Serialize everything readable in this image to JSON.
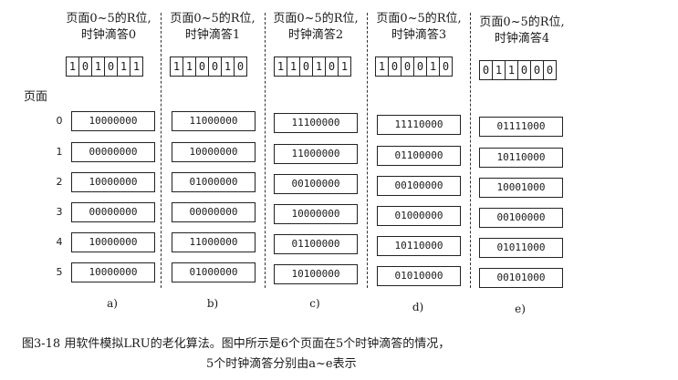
{
  "page_label": "页面",
  "page_numbers": [
    "0",
    "1",
    "2",
    "3",
    "4",
    "5"
  ],
  "columns": [
    {
      "header_line1": "页面0~5的R位,",
      "header_line2": "时钟滴答0",
      "r_bits": [
        "1",
        "0",
        "1",
        "0",
        "1",
        "1"
      ],
      "counters": [
        "10000000",
        "00000000",
        "10000000",
        "00000000",
        "10000000",
        "10000000"
      ],
      "label": "a)"
    },
    {
      "header_line1": "页面0~5的R位,",
      "header_line2": "时钟滴答1",
      "r_bits": [
        "1",
        "1",
        "0",
        "0",
        "1",
        "0"
      ],
      "counters": [
        "11000000",
        "10000000",
        "01000000",
        "00000000",
        "11000000",
        "01000000"
      ],
      "label": "b)"
    },
    {
      "header_line1": "页面0~5的R位,",
      "header_line2": "时钟滴答2",
      "r_bits": [
        "1",
        "1",
        "0",
        "1",
        "0",
        "1"
      ],
      "counters": [
        "11100000",
        "11000000",
        "00100000",
        "10000000",
        "01100000",
        "10100000"
      ],
      "label": "c)"
    },
    {
      "header_line1": "页面0~5的R位,",
      "header_line2": "时钟滴答3",
      "r_bits": [
        "1",
        "0",
        "0",
        "0",
        "1",
        "0"
      ],
      "counters": [
        "11110000",
        "01100000",
        "00100000",
        "01000000",
        "10110000",
        "01010000"
      ],
      "label": "d)"
    },
    {
      "header_line1": "页面0~5的R位,",
      "header_line2": "时钟滴答4",
      "r_bits": [
        "0",
        "1",
        "1",
        "0",
        "0",
        "0"
      ],
      "counters": [
        "01111000",
        "10110000",
        "10001000",
        "00100000",
        "01011000",
        "00101000"
      ],
      "label": "e)"
    }
  ],
  "caption_line1": "图3-18 用软件模拟LRU的老化算法。图中所示是6个页面在5个时钟滴答的情况，",
  "caption_line2": "5个时钟滴答分别由a~e表示"
}
